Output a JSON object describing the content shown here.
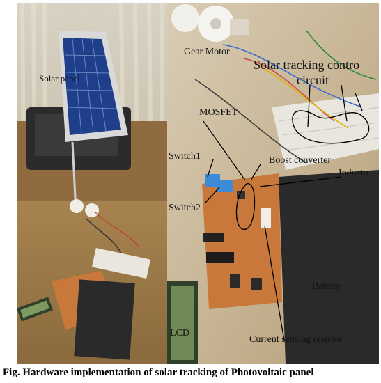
{
  "figure": {
    "caption": "Fig. Hardware implementation of solar tracking of Photovoltaic panel"
  },
  "left_photo": {
    "labels": {
      "solar_panel": "Solar panel"
    }
  },
  "right_photo": {
    "labels": {
      "gear_motor": "Gear Motor",
      "control_circuit_line1": "Solar tracking contro",
      "control_circuit_line2": "circuit",
      "mosfet": "MOSFET",
      "switch1": "Switch1",
      "boost_converter": "Boost converter",
      "inductor": "Inducto",
      "switch2": "Switch2",
      "battery": "Battery",
      "lcd": "LCD",
      "current_sensing_resistor": "Current sensing resistor"
    }
  },
  "colors": {
    "wall": "#c9b79a",
    "floor": "#b89a6a",
    "pcb": "#c8783a",
    "battery": "#2a2a2a",
    "panel_cells": "#1f3f8a",
    "breadboard": "#e9e6df"
  }
}
